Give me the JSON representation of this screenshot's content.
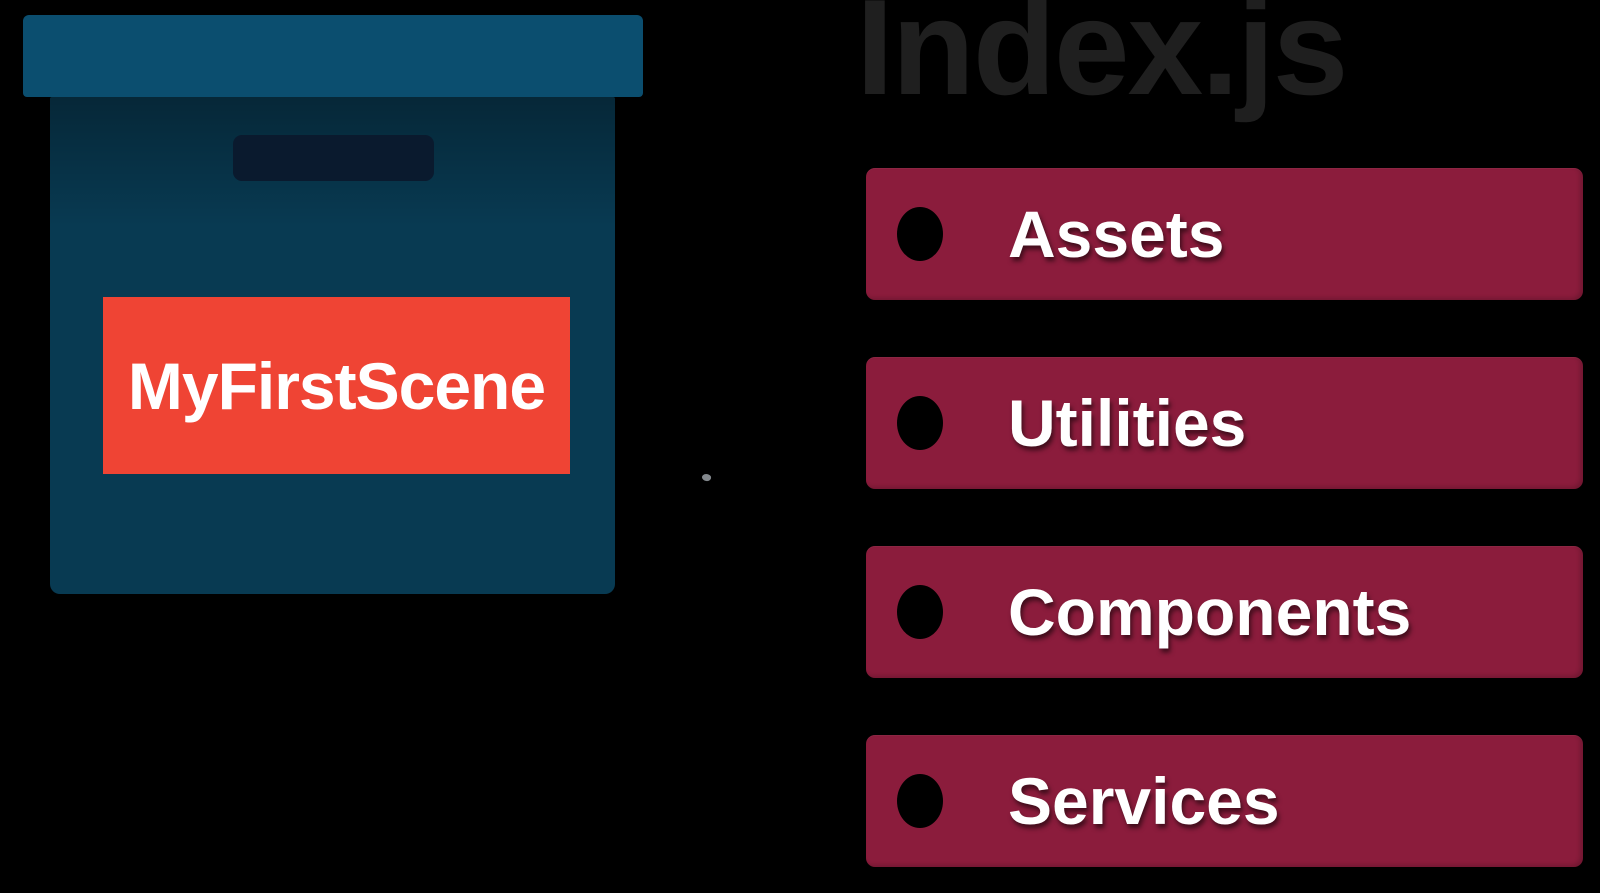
{
  "box": {
    "label": "MyFirstScene"
  },
  "index_panel": {
    "title": "Index.js",
    "items": [
      {
        "label": "Assets"
      },
      {
        "label": "Utilities"
      },
      {
        "label": "Components"
      },
      {
        "label": "Services"
      }
    ]
  },
  "colors": {
    "background": "#000000",
    "box_lid": "#0b4e6f",
    "box_body": "#083a52",
    "box_slot": "#0a1a2e",
    "box_label_bg": "#ef4434",
    "box_label_text": "#ffffff",
    "title_text": "#1f1f1f",
    "bar_bg": "#8b1c3c",
    "bar_text": "#ffffff",
    "bullet": "#000000"
  }
}
